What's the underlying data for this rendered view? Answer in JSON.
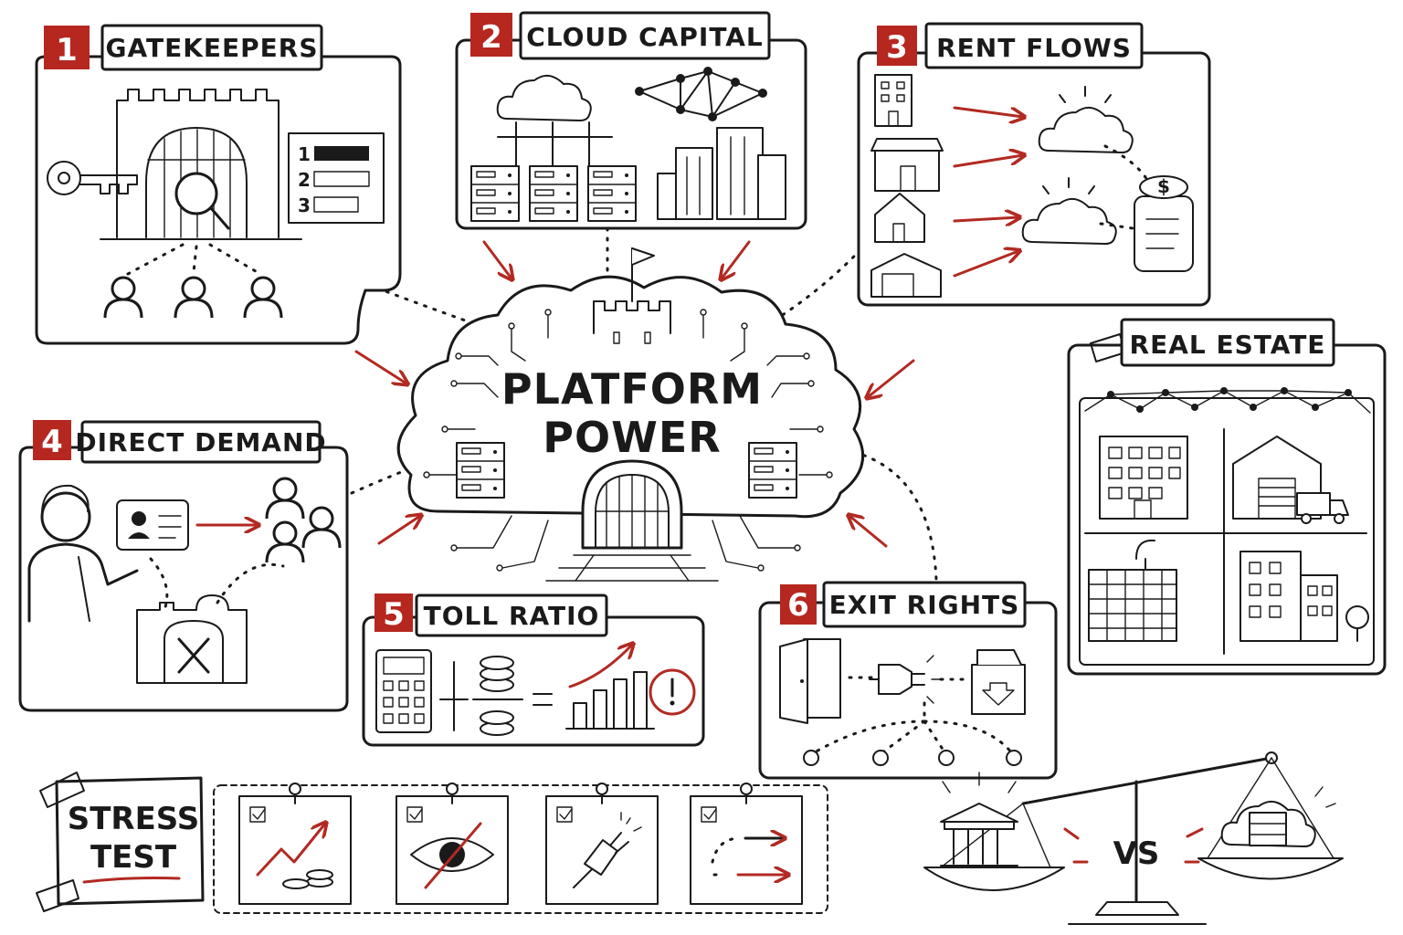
{
  "hub": {
    "line1": "PLATFORM",
    "line2": "POWER"
  },
  "panels": {
    "gatekeepers": {
      "number": "1",
      "title": "GATEKEEPERS",
      "ranks": [
        "1",
        "2",
        "3"
      ]
    },
    "cloud_capital": {
      "number": "2",
      "title": "CLOUD CAPITAL"
    },
    "rent_flows": {
      "number": "3",
      "title": "RENT FLOWS"
    },
    "direct_demand": {
      "number": "4",
      "title": "DIRECT DEMAND"
    },
    "toll_ratio": {
      "number": "5",
      "title": "TOLL RATIO"
    },
    "exit_rights": {
      "number": "6",
      "title": "EXIT RIGHTS"
    },
    "real_estate": {
      "title": "REAL ESTATE"
    }
  },
  "stress_test": {
    "line1": "STRESS",
    "line2": "TEST"
  },
  "scale": {
    "label": "VS"
  },
  "colors": {
    "accent_red": "#b5271f",
    "ink": "#1a1a1a",
    "paper": "#ffffff"
  }
}
